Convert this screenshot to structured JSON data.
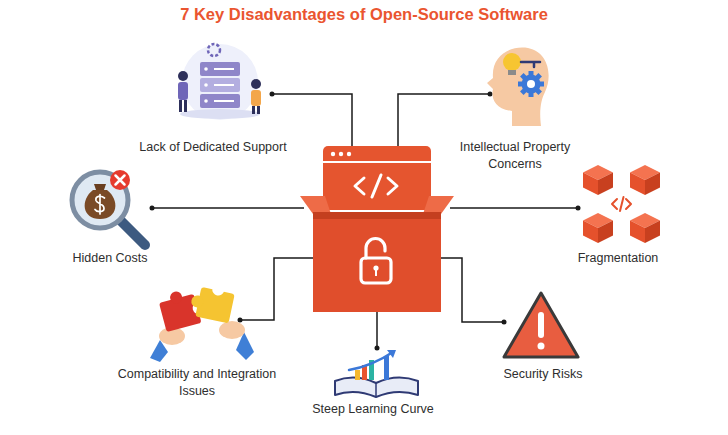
{
  "diagram": {
    "title": "7 Key Disadvantages of Open-Source Software",
    "labels": [
      "Lack of Dedicated Support",
      "Intellectual Property Concerns",
      "Hidden Costs",
      "Fragmentation",
      "Compatibility and Integration Issues",
      "Steep Learning Curve",
      "Security Risks"
    ]
  }
}
